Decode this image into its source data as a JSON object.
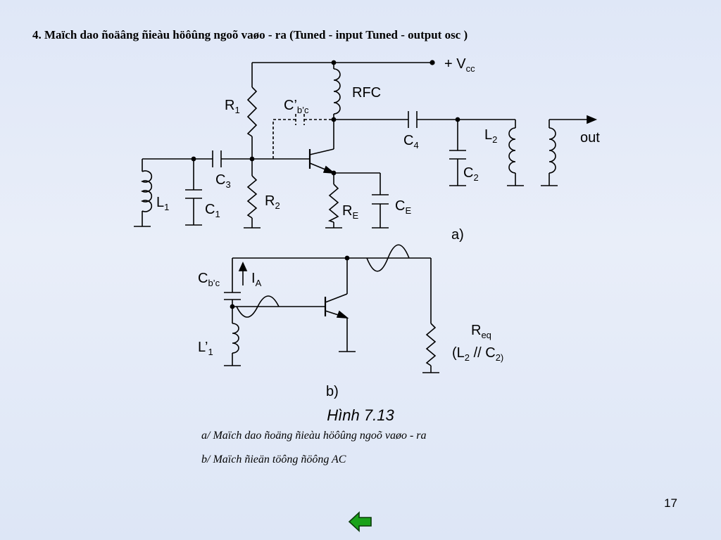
{
  "slide": {
    "title": "4. Maïch dao ñoäâng ñieàu höôûng ngoõ vaøo - ra (Tuned - input Tuned - output osc )",
    "figure_caption": "Hình 7.13",
    "subcaption_a": "a/ Maïch dao ñoäng ñieàu höôûng ngoõ vaøo - ra",
    "subcaption_b": "b/ Maïch ñieän töông ñöông AC",
    "page_number": "17"
  },
  "circuit_a": {
    "label": "a)",
    "vcc_prefix": "+ V",
    "vcc_sub": "cc",
    "rfc": "RFC",
    "r1": "R",
    "r1_sub": "1",
    "cbc": "C’",
    "cbc_sub": "b’c",
    "c4": "C",
    "c4_sub": "4",
    "l2": "L",
    "l2_sub": "2",
    "out": "out",
    "c3": "C",
    "c3_sub": "3",
    "c2": "C",
    "c2_sub": "2",
    "r2": "R",
    "r2_sub": "2",
    "ce": "C",
    "ce_sub": "E",
    "re": "R",
    "re_sub": "E",
    "l1": "L",
    "l1_sub": "1",
    "c1": "C",
    "c1_sub": "1"
  },
  "circuit_b": {
    "label": "b)",
    "cbc": "C",
    "cbc_sub": "b’c",
    "ia": "I",
    "ia_sub": "A",
    "req": "R",
    "req_sub": "eq",
    "req_desc_pre": "(L",
    "req_desc_sub": "2",
    "req_desc_mid": " // C",
    "req_desc_sub2": "2)",
    "l1p": "L’",
    "l1p_sub": "1"
  },
  "colors": {
    "back_arrow": "#1aa21a"
  }
}
